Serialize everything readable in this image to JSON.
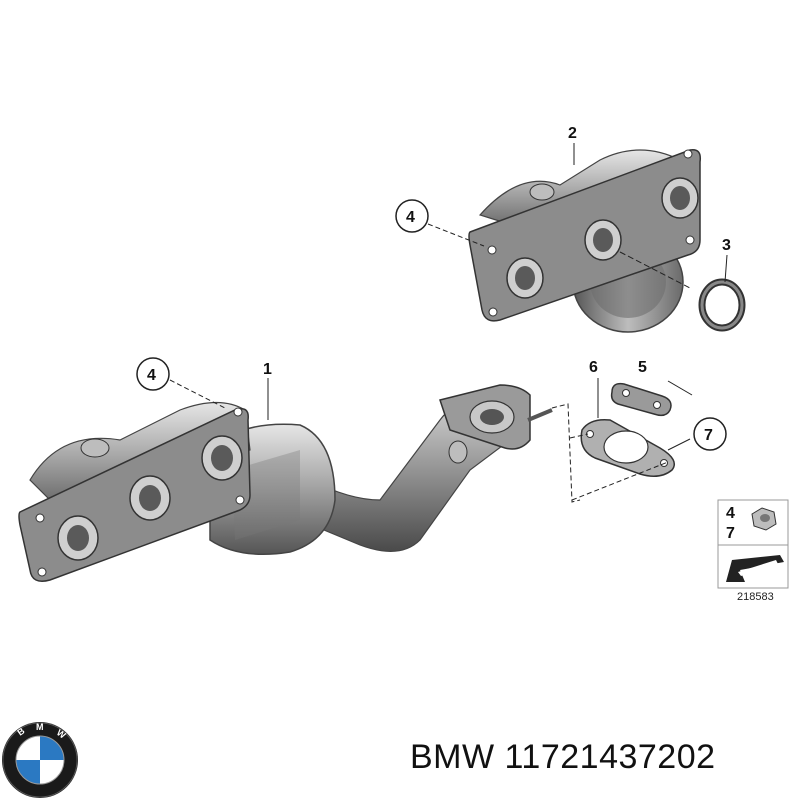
{
  "callouts": {
    "c1": "1",
    "c2": "2",
    "c3": "3",
    "c4a": "4",
    "c4b": "4",
    "c5": "5",
    "c6": "6",
    "c7": "7"
  },
  "legend": {
    "top": "4",
    "bottom": "7"
  },
  "reference_number": "218583",
  "logo": {
    "brand_letters": "BMW",
    "colors": {
      "blue": "#2b79c2",
      "ring": "#1a1a1a",
      "white": "#ffffff"
    }
  },
  "caption": {
    "brand": "BMW",
    "part_number": "11721437202"
  },
  "icons": [
    "bmw-logo",
    "nut-icon",
    "arrow-icon"
  ]
}
